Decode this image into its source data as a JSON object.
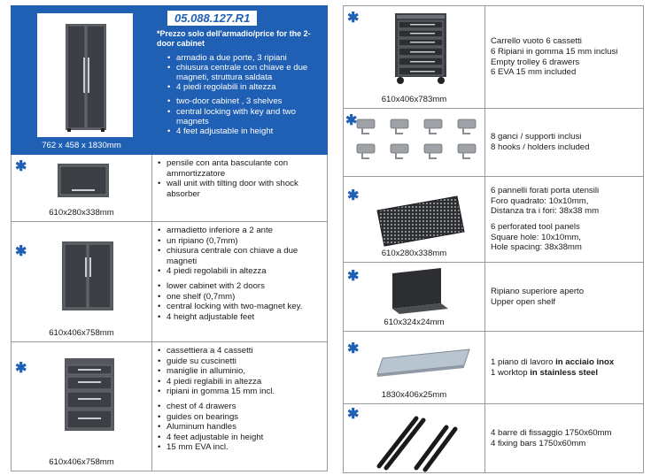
{
  "header": {
    "code": "05.088.127.R1",
    "note": "*Prezzo solo dell'armadio/price for the 2-door cabinet",
    "dimension": "762 x 458 x 1830mm",
    "bullets_it": [
      "armadio a due porte, 3 ripiani",
      "chiusura centrale con chiave e due magneti, struttura saldata",
      "4 piedi regolabili in altezza"
    ],
    "bullets_en": [
      "two-door cabinet , 3 shelves",
      "central locking with key and two magnets",
      "4 feet adjustable in height"
    ]
  },
  "left_rows": [
    {
      "dimension": "610x280x338mm",
      "star": "✱",
      "bullets_it": [
        "pensile con anta basculante con ammortizzatore",
        "wall unit with tilting door with shock absorber"
      ],
      "bullets_en": []
    },
    {
      "dimension": "610x406x758mm",
      "star": "✱",
      "bullets_it": [
        "armadietto inferiore a 2 ante",
        "un ripiano (0,7mm)",
        "chiusura centrale con chiave a due magneti",
        "4 piedi regolabili in altezza"
      ],
      "bullets_en": [
        "lower cabinet with 2 doors",
        "one shelf (0,7mm)",
        "central locking with two-magnet key.",
        "4 height adjustable feet"
      ]
    },
    {
      "dimension": "610x406x758mm",
      "star": "✱",
      "bullets_it": [
        "cassettiera a 4 cassetti",
        "guide su cuscinetti",
        "maniglie in alluminio,",
        "4 piedi reglabili in altezza",
        "ripiani in gomma 15 mm incl."
      ],
      "bullets_en": [
        "chest of 4 drawers",
        "guides on bearings",
        "Aluminum handles",
        "4 feet adjustable in height",
        "15 mm  EVA incl."
      ]
    }
  ],
  "right_rows": [
    {
      "dimension": "610x406x783mm",
      "star": "✱",
      "para_it": [
        "Carrello vuoto 6 cassetti",
        "6 Ripiani in gomma 15 mm inclusi",
        "Empty trolley 6 drawers",
        "6 EVA 15 mm included"
      ],
      "para_en": []
    },
    {
      "dimension": "",
      "star": "✱",
      "para_it": [
        "8 ganci  / supporti inclusi",
        "8 hooks / holders included"
      ],
      "para_en": []
    },
    {
      "dimension": "610x280x338mm",
      "star": "✱",
      "para_it": [
        "6 pannelli forati porta utensili",
        "Foro quadrato: 10x10mm,",
        "Distanza tra i fori: 38x38 mm"
      ],
      "para_en": [
        "6 perforated tool panels",
        "Square hole: 10x10mm,",
        "Hole spacing: 38x38mm"
      ]
    },
    {
      "dimension": "610x324x24mm",
      "star": "✱",
      "para_it": [
        "Ripiano superiore aperto",
        "Upper open shelf"
      ],
      "para_en": []
    },
    {
      "dimension": "1830x406x25mm",
      "star": "✱",
      "rich": [
        {
          "plain": "1 piano di lavoro ",
          "bold": "in acciaio inox"
        },
        {
          "plain": "1 worktop ",
          "bold": "in stainless steel"
        }
      ]
    },
    {
      "dimension": "",
      "star": "✱",
      "para_it": [
        "4 barre di fissaggio 1750x60mm",
        "4 fixing bars 1750x60mm"
      ],
      "para_en": []
    }
  ],
  "colors": {
    "accent": "#1f5fb4",
    "border": "#9a9a9a",
    "cabinet": "#4a4d52"
  }
}
